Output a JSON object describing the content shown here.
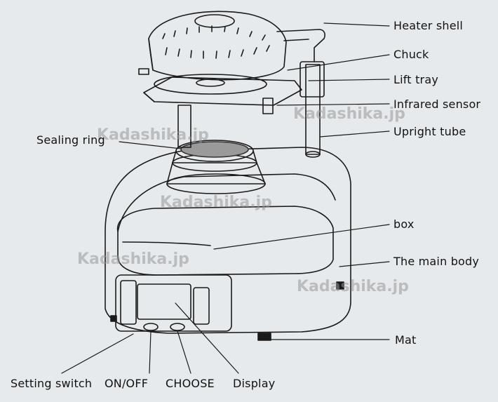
{
  "labels": {
    "heater_shell": "Heater shell",
    "chuck": "Chuck",
    "lift_tray": "Lift tray",
    "infrared_sensor": "Infrared sensor",
    "upright_tube": "Upright tube",
    "sealing_ring": "Sealing ring",
    "box": "box",
    "main_body": "The main body",
    "mat": "Mat",
    "setting_switch": "Setting switch",
    "on_off": "ON/OFF",
    "choose": "CHOOSE",
    "display": "Display"
  },
  "watermark": "Kadashika.jp",
  "colors": {
    "background": "#e7eaed",
    "line": "#1a1a1a"
  }
}
